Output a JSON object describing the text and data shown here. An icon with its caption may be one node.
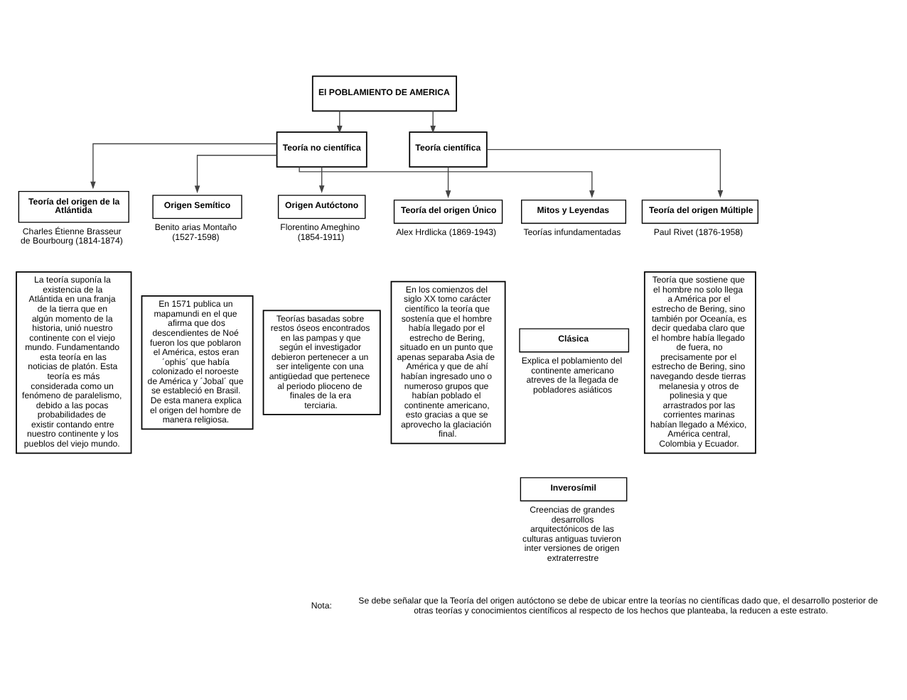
{
  "diagram": {
    "nodes": [
      {
        "text": [
          "El POBLAMIENTO DE AMERICA"
        ]
      },
      {
        "text": [
          "Teoría no científica"
        ]
      },
      {
        "text": [
          "Teoría científica"
        ]
      },
      {
        "text": [
          "Mitos y Leyendas"
        ],
        "beside": [
          "Teorías infundamentadas"
        ]
      },
      {
        "text": [
          "Clásica"
        ],
        "beside": [
          "Explica el poblamiento del continente americano atreves de la llegada de pobladores asiáticos"
        ]
      },
      {
        "text": [
          "Inverosímil"
        ],
        "beside": [
          "Creencias de grandes desarrollos arquitectónicos de las culturas antiguas tuvieron inter versiones de origen extraterrestre"
        ]
      },
      {
        "text": [
          "Origen Autóctono"
        ],
        "beside": [
          "Florentino Ameghino (1854-1911)"
        ]
      },
      {
        "text": [
          "Teorías basadas sobre restos óseos encontrados en las pampas y que según el investigador debieron pertenecer a un ser inteligente con una antigüedad que pertenece al periodo plioceno de finales de la era terciaria."
        ]
      },
      {
        "text": [
          "Origen Semítico"
        ],
        "beside": [
          "Benito arias Montaño (1527-1598)"
        ]
      },
      {
        "text": [
          "En 1571 publica un mapamundi en el que afirma que dos descendientes de Noé fueron los que poblaron el América, estos eran ´ophis´ que había colonizado el noroeste de América y ´Jobal´ que se estableció en Brasil. De esta manera explica el origen del hombre de manera religiosa."
        ]
      },
      {
        "text": [
          "Teoría del origen de la Atlántida"
        ],
        "beside": [
          "Charles Étienne Brasseur de Bourbourg (1814-1874)"
        ]
      },
      {
        "text": [
          "La teoría suponía la existencia de la Atlántida en una franja de la tierra que en algún momento de la historia, unió nuestro continente con el viejo mundo. Fundamentando esta teoría en las noticias de platón. Esta teoría es más considerada como un fenómeno de paralelismo, debido a las pocas probabilidades de existir contando entre nuestro continente y los pueblos del viejo mundo."
        ]
      },
      {
        "text": [
          "Teoría del origen Único"
        ],
        "beside": [
          "Alex Hrdlicka (1869-1943)"
        ]
      },
      {
        "text": [
          "En los comienzos del siglo XX tomo carácter científico la teoría que sostenía que el hombre había llegado por el estrecho de Bering, situado en un punto que apenas separaba Asia de América y que de ahí habían ingresado uno o numeroso grupos que habían poblado el continente americano, esto gracias a que se aprovecho la glaciación final."
        ]
      },
      {
        "text": [
          "Teoría del origen Múltiple"
        ],
        "beside": [
          "Paul Rivet (1876-1958)"
        ]
      },
      {
        "text": [
          "Teoría que sostiene que el hombre no solo llega a América por el estrecho de Bering, sino también por Oceanía, es decir quedaba claro que el hombre había llegado de fuera, no precisamente por el estrecho de Bering, sino navegando desde tierras melanesia y otros de polinesia y que arrastrados por las corrientes marinas habían llegado a México, América central, Colombia y Ecuador."
        ]
      }
    ],
    "edges": [
      {
        "from": 0,
        "to": 1,
        "arrow": "to"
      },
      {
        "from": 0,
        "to": 2,
        "arrow": "to"
      },
      {
        "from": 1,
        "to": 3,
        "arrow": "to"
      },
      {
        "from": 1,
        "to": 6,
        "arrow": "to"
      },
      {
        "from": 1,
        "to": 8,
        "arrow": "to"
      },
      {
        "from": 1,
        "to": 10,
        "arrow": "to"
      },
      {
        "from": 2,
        "to": 12,
        "arrow": "to"
      },
      {
        "from": 2,
        "to": 14,
        "arrow": "to"
      }
    ],
    "labels": [
      "Nota:",
      "Se debe señalar que la Teoría del origen autóctono se debe de ubicar entre la teorías no científicas dado que, el desarrollo posterior de otras teorías y conocimientos científicos al respecto de los hechos que planteaba, la reducen a este estrato."
    ]
  }
}
